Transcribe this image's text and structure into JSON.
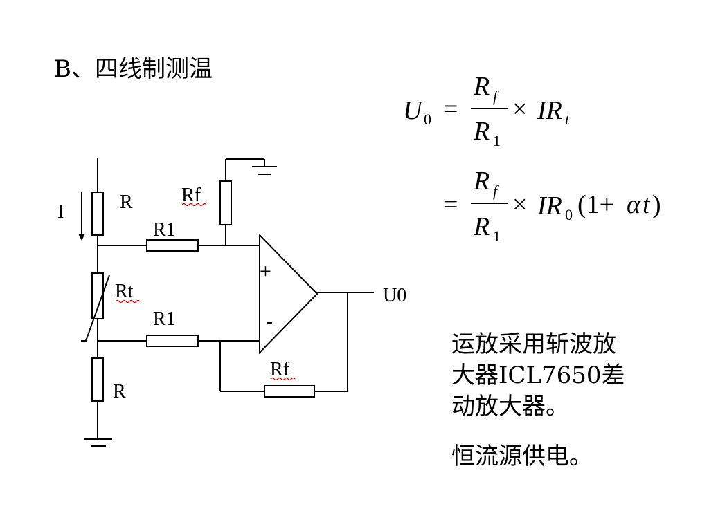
{
  "slide": {
    "heading": "B、四线制测温"
  },
  "circuit": {
    "labels": {
      "current": "I",
      "r_top": "R",
      "r_bottom": "R",
      "rf_top": "Rf",
      "rf_bottom": "Rf",
      "r1_top": "R1",
      "r1_bottom": "R1",
      "rt": "Rt",
      "plus": "+",
      "minus": "-",
      "output": "U0"
    }
  },
  "equation": {
    "line1": {
      "lhs": "U",
      "lhs_sub": "0",
      "eq": "=",
      "num": "R",
      "num_sub": "f",
      "den": "R",
      "den_sub": "1",
      "times": "×",
      "tail": "IR",
      "tail_sub": "t"
    },
    "line2": {
      "eq": "=",
      "num": "R",
      "num_sub": "f",
      "den": "R",
      "den_sub": "1",
      "times": "×",
      "tail": "IR",
      "tail_sub": "0",
      "paren": "(1+",
      "alpha": "α",
      "t": "t",
      "close": ")"
    }
  },
  "notes": {
    "lines": [
      "运放采用斩波放",
      "大器ICL7650差",
      "动放大器。"
    ],
    "power": "恒流源供电。"
  }
}
